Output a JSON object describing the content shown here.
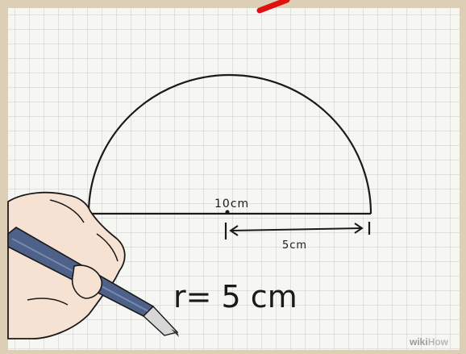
{
  "diagram": {
    "diameter_label": "10cm",
    "radius_label": "5cm",
    "equation": "r= 5 cm",
    "watermark_prefix": "wiki",
    "watermark_suffix": "How"
  },
  "colors": {
    "paper": "#f6f6f3",
    "grid": "#c9c9c9",
    "frame": "#dccfb6",
    "ink": "#1a1a1a",
    "pencil_body": "#4d6189",
    "pencil_tip": "#d7d7d7",
    "skin": "#f6e2d2",
    "red_mark": "#e01010"
  }
}
